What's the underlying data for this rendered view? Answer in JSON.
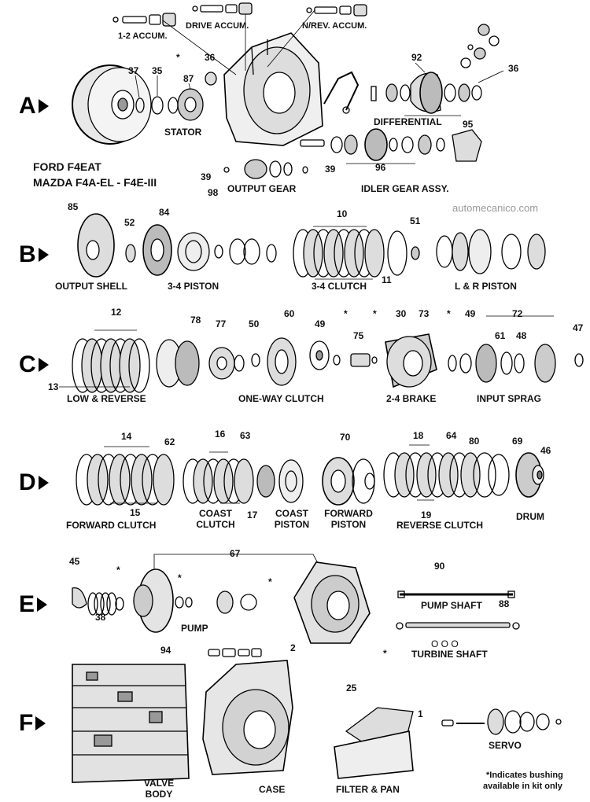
{
  "title": {
    "line1": "FORD F4EAT",
    "line2": "MAZDA F4A-EL - F4E-III"
  },
  "watermark": "automecanico.com",
  "note": {
    "line1": "*Indicates bushing",
    "line2": "available in kit only"
  },
  "rows": [
    "A",
    "B",
    "C",
    "D",
    "E",
    "F"
  ],
  "labels": {
    "accum_12": "1-2 ACCUM.",
    "drive_accum": "DRIVE ACCUM.",
    "nrev_accum": "N/REV. ACCUM.",
    "stator": "STATOR",
    "differential": "DIFFERENTIAL",
    "output_gear": "OUTPUT GEAR",
    "idler_gear": "IDLER GEAR ASSY.",
    "output_shell": "OUTPUT SHELL",
    "piston_34": "3-4 PISTON",
    "clutch_34": "3-4 CLUTCH",
    "lr_piston": "L & R PISTON",
    "low_reverse": "LOW & REVERSE",
    "one_way_clutch": "ONE-WAY CLUTCH",
    "brake_24": "2-4 BRAKE",
    "input_sprag": "INPUT SPRAG",
    "forward_clutch": "FORWARD CLUTCH",
    "coast_clutch_1": "COAST",
    "coast_clutch_2": "CLUTCH",
    "coast_piston_1": "COAST",
    "coast_piston_2": "PISTON",
    "forward_piston_1": "FORWARD",
    "forward_piston_2": "PISTON",
    "reverse_clutch": "REVERSE CLUTCH",
    "drum": "DRUM",
    "pump": "PUMP",
    "pump_shaft": "PUMP SHAFT",
    "turbine_shaft": "TURBINE SHAFT",
    "turbine_oring": "O O O",
    "valve_body_1": "VALVE",
    "valve_body_2": "BODY",
    "case": "CASE",
    "filter_pan": "FILTER & PAN",
    "servo": "SERVO"
  },
  "callouts": {
    "n37": "37",
    "n35": "35",
    "n87": "87",
    "n36a": "36",
    "n92": "92",
    "n36b": "36",
    "n95": "95",
    "n39a": "39",
    "n98": "98",
    "n96": "96",
    "n39b": "39",
    "n85": "85",
    "n52": "52",
    "n84": "84",
    "n10": "10",
    "n51": "51",
    "n11": "11",
    "n12": "12",
    "n13": "13",
    "n78": "78",
    "n77": "77",
    "n50": "50",
    "n60": "60",
    "n49a": "49",
    "n75": "75",
    "n30": "30",
    "n73": "73",
    "n49b": "49",
    "n72": "72",
    "n61": "61",
    "n48": "48",
    "n47": "47",
    "n14": "14",
    "n62": "62",
    "n15": "15",
    "n16": "16",
    "n63": "63",
    "n17": "17",
    "n70": "70",
    "n18": "18",
    "n64": "64",
    "n80": "80",
    "n19": "19",
    "n69": "69",
    "n46": "46",
    "n45": "45",
    "n67": "67",
    "n38": "38",
    "n2": "2",
    "n90": "90",
    "n88": "88",
    "n94": "94",
    "n25": "25",
    "n1": "1",
    "star": "*"
  }
}
